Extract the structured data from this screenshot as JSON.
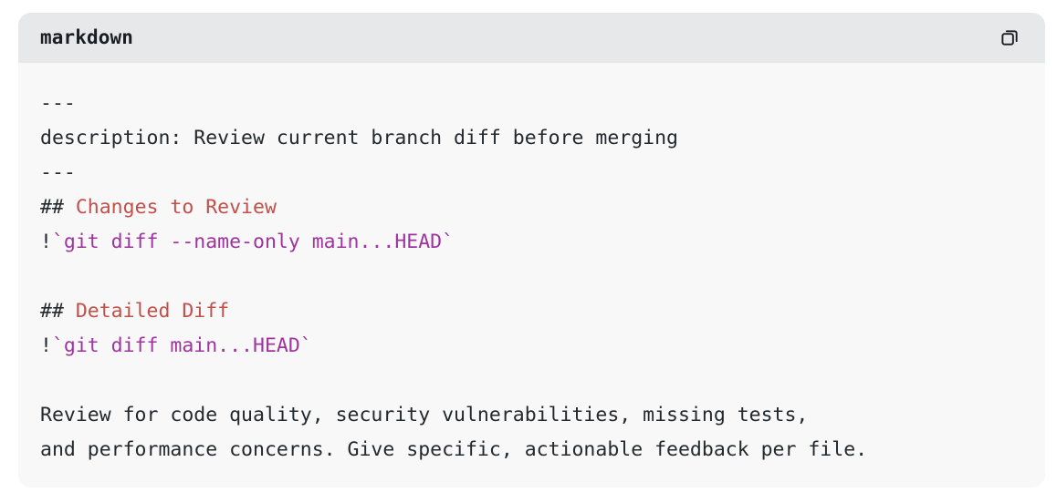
{
  "card": {
    "language_label": "markdown",
    "copy_icon": "copy-icon",
    "header_bg": "#e6e8ea",
    "body_bg": "#f7f8f7"
  },
  "colors": {
    "plain": "#24292e",
    "heading": "#c0504a",
    "inline_code": "#a0349f"
  },
  "code": {
    "lines": [
      {
        "id": "frontmatter-open",
        "tokens": [
          {
            "text": "---",
            "type": "plain"
          }
        ]
      },
      {
        "id": "frontmatter-description",
        "tokens": [
          {
            "text": "description: Review current branch diff before merging",
            "type": "plain"
          }
        ]
      },
      {
        "id": "frontmatter-close",
        "tokens": [
          {
            "text": "---",
            "type": "plain"
          }
        ]
      },
      {
        "id": "heading-changes-to-review",
        "tokens": [
          {
            "text": "## ",
            "type": "plain"
          },
          {
            "text": "Changes to Review",
            "type": "heading"
          }
        ]
      },
      {
        "id": "command-diff-name-only",
        "tokens": [
          {
            "text": "!",
            "type": "plain"
          },
          {
            "text": "`git diff --name-only main...HEAD`",
            "type": "code"
          }
        ]
      },
      {
        "id": "blank-1",
        "tokens": []
      },
      {
        "id": "heading-detailed-diff",
        "tokens": [
          {
            "text": "## ",
            "type": "plain"
          },
          {
            "text": "Detailed Diff",
            "type": "heading"
          }
        ]
      },
      {
        "id": "command-diff-full",
        "tokens": [
          {
            "text": "!",
            "type": "plain"
          },
          {
            "text": "`git diff main...HEAD`",
            "type": "code"
          }
        ]
      },
      {
        "id": "blank-2",
        "tokens": []
      },
      {
        "id": "instructions-line-1",
        "tokens": [
          {
            "text": "Review for code quality, security vulnerabilities, missing tests,",
            "type": "plain"
          }
        ]
      },
      {
        "id": "instructions-line-2",
        "tokens": [
          {
            "text": "and performance concerns. Give specific, actionable feedback per file.",
            "type": "plain"
          }
        ]
      }
    ]
  }
}
